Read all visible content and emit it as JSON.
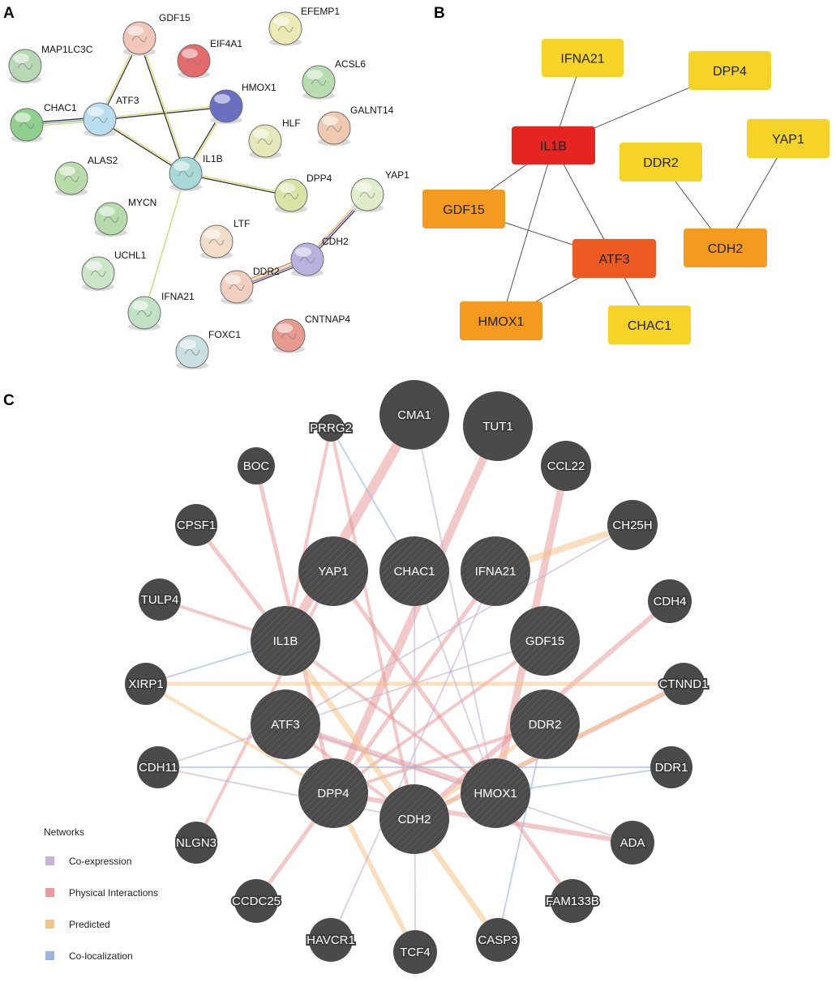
{
  "panels": {
    "a": "A",
    "b": "B",
    "c": "C"
  },
  "panel_a": {
    "nodes": [
      {
        "id": "MAP1LC3C",
        "color": "#b7d8b5"
      },
      {
        "id": "GDF15",
        "color": "#f2c6b8"
      },
      {
        "id": "EIF4A1",
        "color": "#e36b6b"
      },
      {
        "id": "EFEMP1",
        "color": "#eceab5"
      },
      {
        "id": "ACSL6",
        "color": "#b7dcb0"
      },
      {
        "id": "CHAC1",
        "color": "#8fd08e"
      },
      {
        "id": "ATF3",
        "color": "#b9def0"
      },
      {
        "id": "HMOX1",
        "color": "#6b6fc2"
      },
      {
        "id": "GALNT14",
        "color": "#f1c9b0"
      },
      {
        "id": "HLF",
        "color": "#e5e9b9"
      },
      {
        "id": "ALAS2",
        "color": "#b8dca9"
      },
      {
        "id": "IL1B",
        "color": "#a8d9d6"
      },
      {
        "id": "DPP4",
        "color": "#d9e3a6"
      },
      {
        "id": "YAP1",
        "color": "#e1eccb"
      },
      {
        "id": "MYCN",
        "color": "#b6dbab"
      },
      {
        "id": "LTF",
        "color": "#f2ddc8"
      },
      {
        "id": "UCHL1",
        "color": "#cbe5c7"
      },
      {
        "id": "CDH2",
        "color": "#b9b2de"
      },
      {
        "id": "DDR2",
        "color": "#f2cfc0"
      },
      {
        "id": "IFNA21",
        "color": "#c2e2c6"
      },
      {
        "id": "CNTNAP4",
        "color": "#e89a8e"
      },
      {
        "id": "FOXC1",
        "color": "#c9e0e2"
      }
    ],
    "edges": [
      {
        "from": "ATF3",
        "to": "GDF15"
      },
      {
        "from": "ATF3",
        "to": "CHAC1"
      },
      {
        "from": "ATF3",
        "to": "HMOX1"
      },
      {
        "from": "ATF3",
        "to": "IL1B"
      },
      {
        "from": "GDF15",
        "to": "IL1B"
      },
      {
        "from": "HMOX1",
        "to": "IL1B"
      },
      {
        "from": "IL1B",
        "to": "DPP4"
      },
      {
        "from": "IL1B",
        "to": "IFNA21"
      },
      {
        "from": "YAP1",
        "to": "CDH2"
      },
      {
        "from": "CDH2",
        "to": "DDR2"
      }
    ]
  },
  "panel_b": {
    "nodes": [
      {
        "id": "IFNA21",
        "color": "#f5d327"
      },
      {
        "id": "DPP4",
        "color": "#f5d327"
      },
      {
        "id": "IL1B",
        "color": "#e62420"
      },
      {
        "id": "YAP1",
        "color": "#f5d327"
      },
      {
        "id": "DDR2",
        "color": "#f5d327"
      },
      {
        "id": "GDF15",
        "color": "#f39a1f"
      },
      {
        "id": "CDH2",
        "color": "#f39a1f"
      },
      {
        "id": "ATF3",
        "color": "#ec5a21"
      },
      {
        "id": "HMOX1",
        "color": "#f39a1f"
      },
      {
        "id": "CHAC1",
        "color": "#f5d327"
      }
    ],
    "edges": [
      {
        "from": "IFNA21",
        "to": "IL1B"
      },
      {
        "from": "DPP4",
        "to": "IL1B"
      },
      {
        "from": "IL1B",
        "to": "GDF15"
      },
      {
        "from": "IL1B",
        "to": "ATF3"
      },
      {
        "from": "IL1B",
        "to": "HMOX1"
      },
      {
        "from": "GDF15",
        "to": "ATF3"
      },
      {
        "from": "ATF3",
        "to": "HMOX1"
      },
      {
        "from": "ATF3",
        "to": "CHAC1"
      },
      {
        "from": "DDR2",
        "to": "CDH2"
      },
      {
        "from": "YAP1",
        "to": "CDH2"
      }
    ]
  },
  "panel_c": {
    "node_color": "#4a4a4a",
    "nodes": [
      {
        "id": "CMA1",
        "query": false
      },
      {
        "id": "TUT1",
        "query": false
      },
      {
        "id": "PRRG2",
        "query": false
      },
      {
        "id": "BOC",
        "query": false
      },
      {
        "id": "CCL22",
        "query": false
      },
      {
        "id": "CPSF1",
        "query": false
      },
      {
        "id": "CH25H",
        "query": false
      },
      {
        "id": "CHAC1",
        "query": true
      },
      {
        "id": "YAP1",
        "query": true
      },
      {
        "id": "IFNA21",
        "query": true
      },
      {
        "id": "TULP4",
        "query": false
      },
      {
        "id": "CDH4",
        "query": false
      },
      {
        "id": "IL1B",
        "query": true
      },
      {
        "id": "GDF15",
        "query": true
      },
      {
        "id": "XIRP1",
        "query": false
      },
      {
        "id": "CTNND1",
        "query": false
      },
      {
        "id": "ATF3",
        "query": true
      },
      {
        "id": "DDR2",
        "query": true
      },
      {
        "id": "CDH11",
        "query": false
      },
      {
        "id": "DDR1",
        "query": false
      },
      {
        "id": "DPP4",
        "query": true
      },
      {
        "id": "HMOX1",
        "query": true
      },
      {
        "id": "CDH2",
        "query": true
      },
      {
        "id": "NLGN3",
        "query": false
      },
      {
        "id": "ADA",
        "query": false
      },
      {
        "id": "CCDC25",
        "query": false
      },
      {
        "id": "FAM133B",
        "query": false
      },
      {
        "id": "HAVCR1",
        "query": false
      },
      {
        "id": "TCF4",
        "query": false
      },
      {
        "id": "CASP3",
        "query": false
      }
    ],
    "edges": [
      {
        "from": "IL1B",
        "to": "CMA1",
        "type": "physical",
        "weight": 12
      },
      {
        "from": "DPP4",
        "to": "TUT1",
        "type": "physical",
        "weight": 10
      },
      {
        "from": "HMOX1",
        "to": "CCL22",
        "type": "physical",
        "weight": 9
      },
      {
        "from": "IL1B",
        "to": "PRRG2",
        "type": "physical",
        "weight": 4
      },
      {
        "from": "IL1B",
        "to": "CPSF1",
        "type": "physical",
        "weight": 5
      },
      {
        "from": "DPP4",
        "to": "BOC",
        "type": "physical",
        "weight": 5
      },
      {
        "from": "IL1B",
        "to": "TULP4",
        "type": "physical",
        "weight": 4
      },
      {
        "from": "CDH2",
        "to": "CDH4",
        "type": "physical",
        "weight": 6
      },
      {
        "from": "IFNA21",
        "to": "CCDC25",
        "type": "physical",
        "weight": 5
      },
      {
        "from": "CDH2",
        "to": "CTNND1",
        "type": "physical",
        "weight": 6
      },
      {
        "from": "ATF3",
        "to": "HMOX1",
        "type": "physical",
        "weight": 7
      },
      {
        "from": "YAP1",
        "to": "HMOX1",
        "type": "physical",
        "weight": 5
      },
      {
        "from": "CDH2",
        "to": "PRRG2",
        "type": "physical",
        "weight": 4
      },
      {
        "from": "DPP4",
        "to": "ADA",
        "type": "physical",
        "weight": 6
      },
      {
        "from": "HMOX1",
        "to": "FAM133B",
        "type": "physical",
        "weight": 5
      },
      {
        "from": "YAP1",
        "to": "NLGN3",
        "type": "physical",
        "weight": 4
      },
      {
        "from": "GDF15",
        "to": "DPP4",
        "type": "physical",
        "weight": 4
      },
      {
        "from": "ATF3",
        "to": "CDH2",
        "type": "physical",
        "weight": 4
      },
      {
        "from": "DDR2",
        "to": "DPP4",
        "type": "physical",
        "weight": 4
      },
      {
        "from": "IL1B",
        "to": "HMOX1",
        "type": "physical",
        "weight": 4
      },
      {
        "from": "XIRP1",
        "to": "CTNND1",
        "type": "predicted",
        "weight": 5
      },
      {
        "from": "IFNA21",
        "to": "CH25H",
        "type": "predicted",
        "weight": 8
      },
      {
        "from": "DPP4",
        "to": "TCF4",
        "type": "predicted",
        "weight": 6
      },
      {
        "from": "CDH2",
        "to": "DDR2",
        "type": "predicted",
        "weight": 5
      },
      {
        "from": "IL1B",
        "to": "CASP3",
        "type": "predicted",
        "weight": 7
      },
      {
        "from": "XIRP1",
        "to": "DPP4",
        "type": "predicted",
        "weight": 4
      },
      {
        "from": "CDH2",
        "to": "CTNND1",
        "type": "predicted",
        "weight": 4
      },
      {
        "from": "CMA1",
        "to": "HMOX1",
        "type": "coexpression",
        "weight": 2
      },
      {
        "from": "CHAC1",
        "to": "HMOX1",
        "type": "coexpression",
        "weight": 2
      },
      {
        "from": "ATF3",
        "to": "CH25H",
        "type": "coexpression",
        "weight": 2
      },
      {
        "from": "CDH11",
        "to": "CDH2",
        "type": "coexpression",
        "weight": 2
      },
      {
        "from": "CDH11",
        "to": "GDF15",
        "type": "coexpression",
        "weight": 2
      },
      {
        "from": "TCF4",
        "to": "CHAC1",
        "type": "coexpression",
        "weight": 2
      },
      {
        "from": "HAVCR1",
        "to": "IFNA21",
        "type": "coexpression",
        "weight": 2
      },
      {
        "from": "ATF3",
        "to": "ADA",
        "type": "coexpression",
        "weight": 2
      },
      {
        "from": "PRRG2",
        "to": "CHAC1",
        "type": "colocalization",
        "weight": 2
      },
      {
        "from": "CDH11",
        "to": "DDR1",
        "type": "colocalization",
        "weight": 2
      },
      {
        "from": "XIRP1",
        "to": "IL1B",
        "type": "colocalization",
        "weight": 2
      },
      {
        "from": "DDR1",
        "to": "HMOX1",
        "type": "colocalization",
        "weight": 2
      },
      {
        "from": "CASP3",
        "to": "DDR2",
        "type": "colocalization",
        "weight": 2
      }
    ],
    "legend": {
      "title": "Networks",
      "items": [
        {
          "label": "Co-expression",
          "color": "#c8b3d4"
        },
        {
          "label": "Physical Interactions",
          "color": "#e89a9a"
        },
        {
          "label": "Predicted",
          "color": "#f5c48a"
        },
        {
          "label": "Co-localization",
          "color": "#9fb4dc"
        }
      ]
    }
  }
}
